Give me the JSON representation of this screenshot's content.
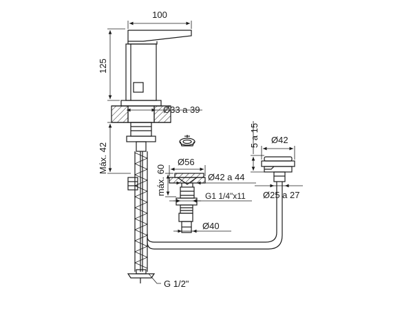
{
  "drawing": {
    "colors": {
      "line": "#1a1a1a",
      "hatch": "#1a1a1a",
      "background": "#ffffff"
    },
    "dimensions": {
      "width_100": "100",
      "height_125": "125",
      "max_42": "Máx. 42",
      "dia_33_39": "Ø33 a 39",
      "dia_56": "Ø56",
      "max_60": "máx. 60",
      "dia_42_44": "Ø42 a 44",
      "thread_g1": "G1 1/4\"x11",
      "dia_40": "Ø40",
      "range_5_15": "5 a 15",
      "dia_42": "Ø42",
      "dia_25_27": "Ø25 a 27",
      "thread_g12": "G 1/2\""
    }
  }
}
